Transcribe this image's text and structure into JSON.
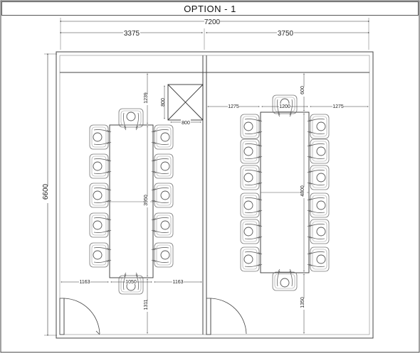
{
  "title": "OPTION - 1",
  "dimensions": {
    "total_width": "7200",
    "left_room_width": "3375",
    "right_room_width": "3750",
    "height": "6600",
    "left_top_clearance": "1239",
    "left_table_width": "1050",
    "left_side_left": "1163",
    "left_side_right": "1163",
    "left_table_length": "3950",
    "left_bottom_clearance": "1311",
    "box_width": "800",
    "box_height": "800",
    "right_top_clearance": "600",
    "right_side_left": "1275",
    "right_table_width": "1200",
    "right_side_right": "1275",
    "right_table_length": "4800",
    "right_bottom_clearance": "1350"
  }
}
